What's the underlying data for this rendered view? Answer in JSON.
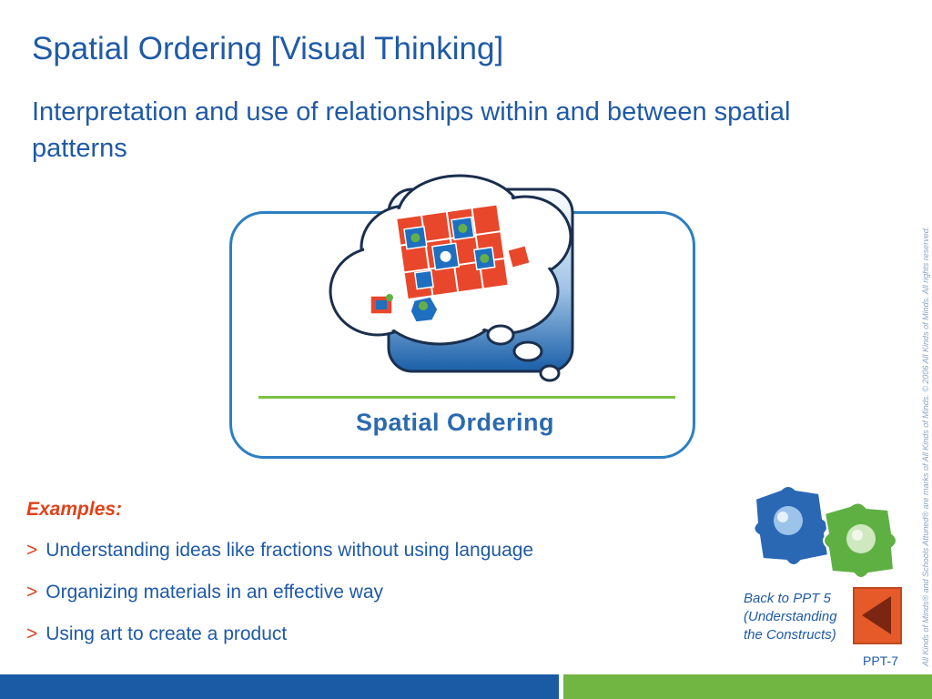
{
  "slide": {
    "title": "Spatial Ordering [Visual Thinking]",
    "subtitle": "Interpretation and use of relationships within and between spatial patterns",
    "card_label": "Spatial Ordering",
    "page_number": "PPT-7"
  },
  "examples": {
    "heading": "Examples:",
    "marker": ">",
    "items": [
      "Understanding ideas like fractions without using language",
      "Organizing materials in an effective way",
      "Using art to create a product"
    ]
  },
  "navigation": {
    "back_line_1": "Back to PPT 5",
    "back_line_2": "(Understanding",
    "back_line_3": "the Constructs)",
    "back_button_icon": "triangle-left-icon"
  },
  "copyright": "All Kinds of Minds® and Schools Attuned® are marks of All Kinds of Minds. © 2006 All Kinds of Minds. All rights reserved.",
  "colors": {
    "title_blue": "#1f5aa6",
    "accent_orange": "#e0421b",
    "green": "#7ac043",
    "footer_blue": "#1b5ba5",
    "footer_green": "#71b543"
  }
}
